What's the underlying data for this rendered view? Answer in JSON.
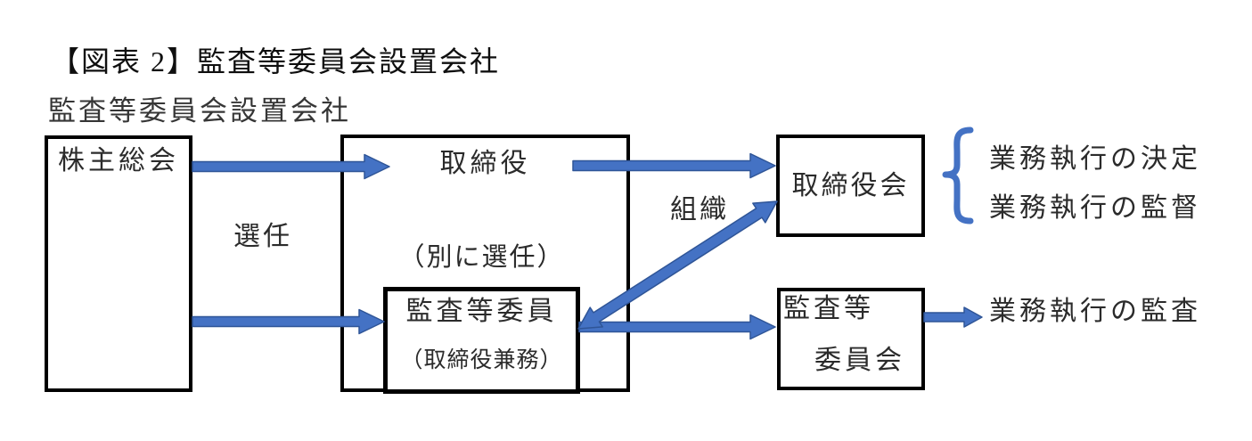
{
  "figure": {
    "title": "【図表 2】監査等委員会設置会社",
    "subtitle": "監査等委員会設置会社"
  },
  "nodes": {
    "shareholders_meeting": "株主総会",
    "directors": "取締役",
    "audit_members_note": "（別に選任）",
    "audit_members": "監査等委員",
    "audit_members_sub": "（取締役兼務）",
    "board_of_directors": "取締役会",
    "audit_committee_line1": "監査等",
    "audit_committee_line2": "委員会"
  },
  "edge_labels": {
    "appointment": "選任",
    "organize": "組織"
  },
  "annotations": {
    "execution_decision": "業務執行の決定",
    "execution_supervision": "業務執行の監督",
    "execution_audit": "業務執行の監査"
  },
  "colors": {
    "arrow_fill": "#4472C4",
    "arrow_outline": "#2F5597",
    "brace": "#4472C4",
    "box_border": "#000000",
    "text": "#2B2B2B",
    "background": "#FFFFFF"
  }
}
